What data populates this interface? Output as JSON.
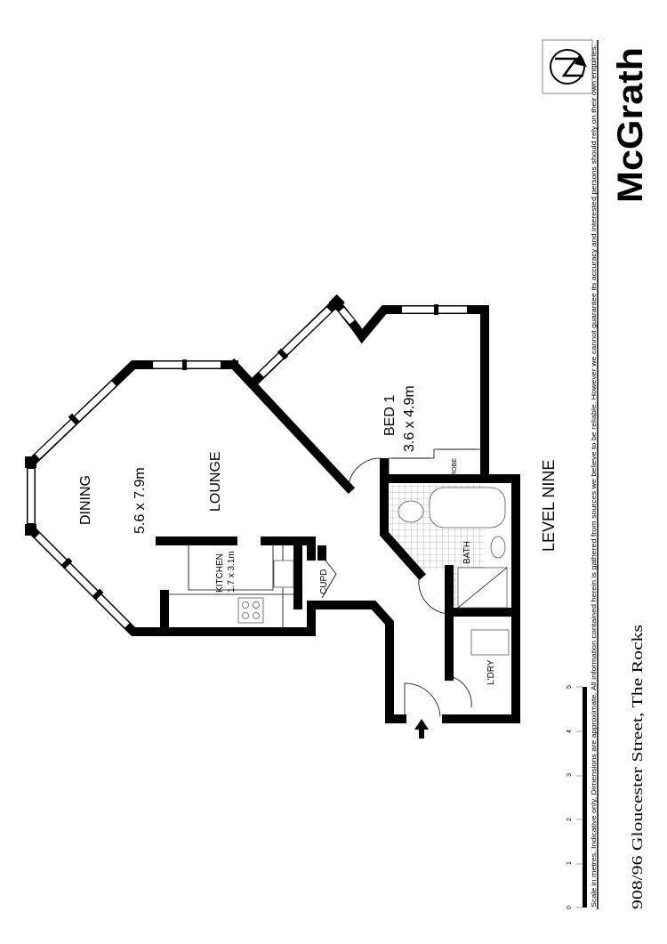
{
  "plan": {
    "level": "LEVEL NINE",
    "rooms": {
      "dining": "DINING",
      "living_dims": "5.6 x 7.9m",
      "lounge": "LOUNGE",
      "kitchen": "KITCHEN",
      "kitchen_dims": "1.7 x 3.1m",
      "cupboard": "CUPD",
      "bed": "BED 1",
      "bed_dims": "3.6 x 4.9m",
      "robe": "ROBE",
      "bath": "BATH",
      "laundry": "L'DRY"
    },
    "entry_icon": "entry-arrow-icon"
  },
  "scale": {
    "ticks": [
      "0",
      "1",
      "2",
      "3",
      "4",
      "5"
    ],
    "unit": "metres"
  },
  "disclaimer": "Scale in metres. Indicative only. Dimensions are approximate. All information contained herein is gathered from sources we believe to be reliable. However we cannot guarantee its accuracy and interested persons should rely on their own enquiries.",
  "brand": {
    "name": "McGrath",
    "compass_icon": "north-compass-icon"
  },
  "address": "908/96 Gloucester Street, The Rocks",
  "colors": {
    "ink": "#000000",
    "background": "#ffffff"
  }
}
